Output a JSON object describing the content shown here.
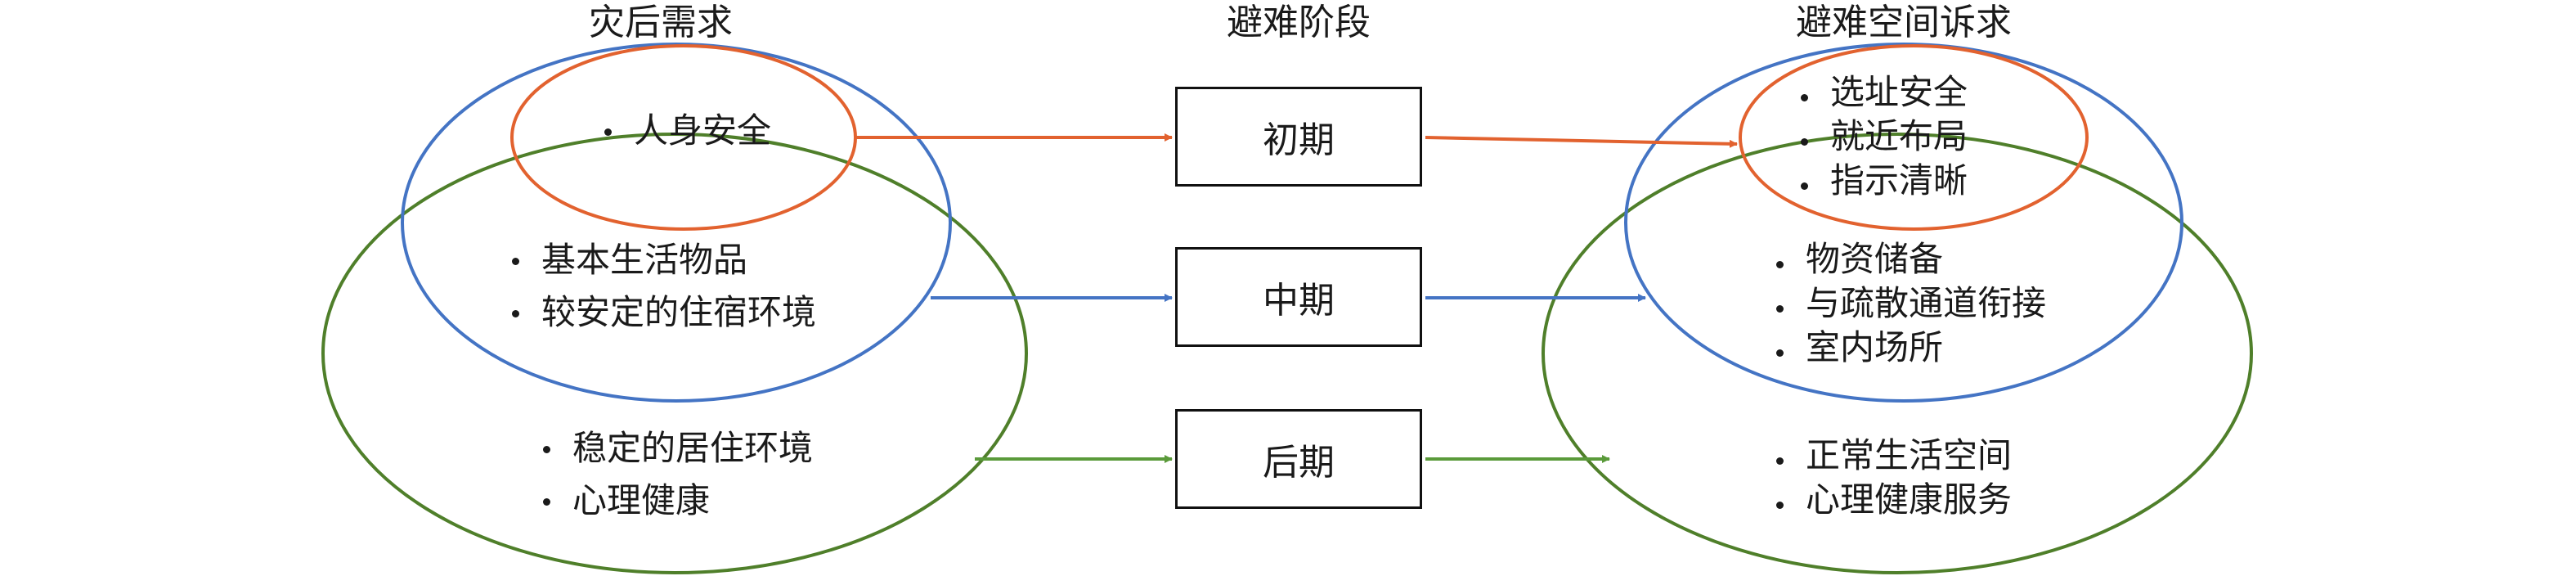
{
  "headings": {
    "needs": "灾后需求",
    "stages": "避难阶段",
    "demands": "避难空间诉求"
  },
  "stages": [
    "初期",
    "中期",
    "后期"
  ],
  "needs": {
    "early": [
      "人身安全"
    ],
    "middle": [
      "基本生活物品",
      "较安定的住宿环境"
    ],
    "late": [
      "稳定的居住环境",
      "心理健康"
    ]
  },
  "demands": {
    "early": [
      "选址安全",
      "就近布局",
      "指示清晰"
    ],
    "middle": [
      "物资储备",
      "与疏散通道衔接",
      "室内场所"
    ],
    "late": [
      "正常生活空间",
      "心理健康服务"
    ]
  },
  "colors": {
    "early": "#e2622f",
    "middle": "#4474c4",
    "late": "#5a9a3a",
    "outer": "#4f7f2a",
    "box_border": "#111111"
  }
}
